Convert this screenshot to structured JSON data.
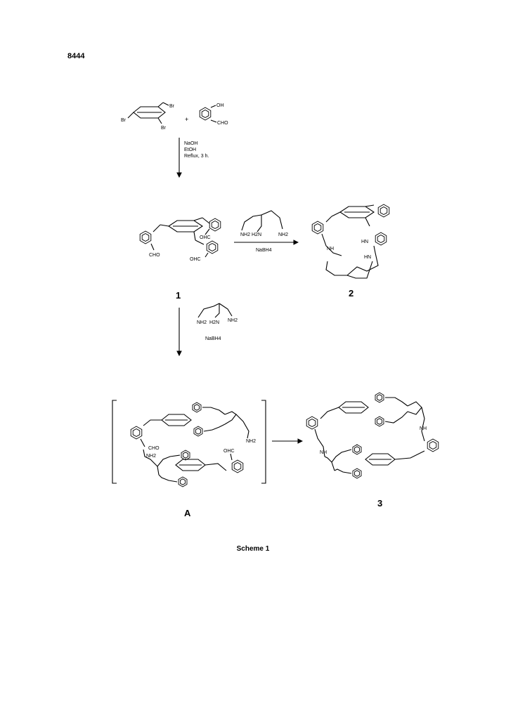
{
  "page": {
    "number": "8444"
  },
  "caption": "Scheme 1",
  "starting_materials": {
    "tribromide": {
      "labels": [
        "Br",
        "Br",
        "Br"
      ]
    },
    "plus": "+",
    "salicylaldehyde": {
      "oh": "OH",
      "cho": "CHO"
    }
  },
  "step1": {
    "conditions": [
      "NaOH",
      "EtOH",
      "Reflux, 3 h."
    ]
  },
  "compound1": {
    "label": "1",
    "groups": [
      "CHO",
      "OHC",
      "OHC"
    ]
  },
  "step2": {
    "amine": [
      "NH2",
      "H2N",
      "NH2"
    ],
    "reagent": "NaBH4"
  },
  "compound2": {
    "label": "2",
    "groups": [
      "NH",
      "HN",
      "HN"
    ]
  },
  "step3": {
    "amine": [
      "NH2",
      "H2N",
      "NH2"
    ],
    "reagent": "NaBH4"
  },
  "intermediate": {
    "label": "A",
    "groups": [
      "CHO",
      "OHC",
      "NH2",
      "NH2"
    ]
  },
  "compound3": {
    "label": "3",
    "groups": [
      "NH",
      "NH"
    ]
  }
}
